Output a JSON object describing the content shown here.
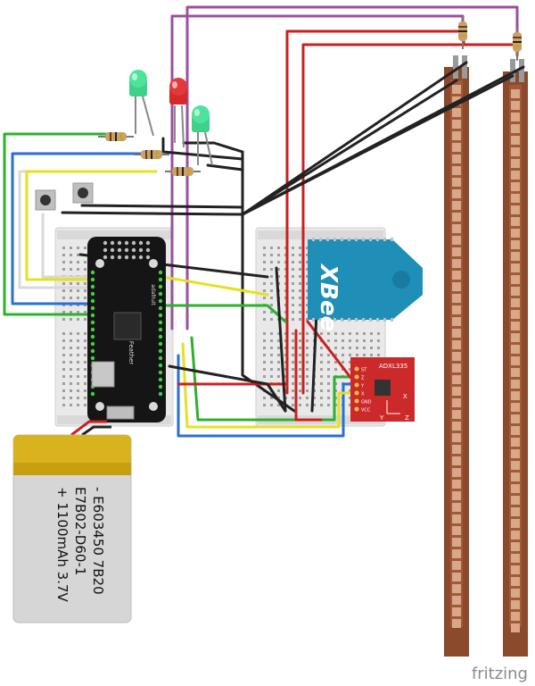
{
  "battery": {
    "line1": "- E603450 7B20",
    "line2": "E7B02-D60-1",
    "line3": "+ 1100mAh 3.7V"
  },
  "xbee": {
    "label": "XBee"
  },
  "accelerometer": {
    "title": "ADXL335",
    "pins": [
      "ST",
      "Z",
      "Y",
      "X",
      "GND",
      "VCC"
    ],
    "axes": [
      "X",
      "Y",
      "Z"
    ]
  },
  "feather": {
    "name": "Feather",
    "brand": "adafruit"
  },
  "watermark": "fritzing",
  "colors": {
    "red_wire": "#cc1f1f",
    "black_wire": "#222222",
    "purple_wire": "#9b4fa0",
    "green_wire": "#2db02d",
    "blue_wire": "#2a6fd6",
    "yellow_wire": "#e6e020",
    "white_wire": "#d8d8d8",
    "flex_sensor": "#8b4a2b",
    "breakout_board": "#cc2a2a",
    "xbee_board": "#1f8fb8",
    "battery_yellow": "#d9b21f",
    "battery_grey": "#d6d6d6"
  }
}
